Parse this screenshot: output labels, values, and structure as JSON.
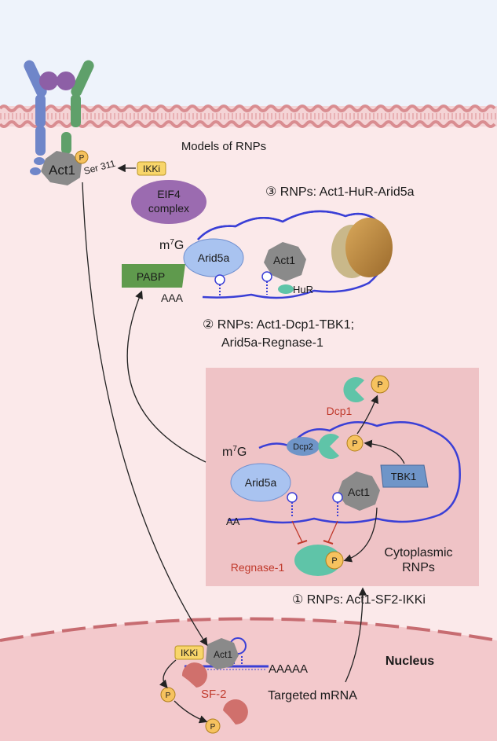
{
  "labels": {
    "models_title": "Models of RNPs",
    "rnp3": "③ RNPs: Act1-HuR-Arid5a",
    "rnp2_line1": "② RNPs: Act1-Dcp1-TBK1;",
    "rnp2_line2": "Arid5a-Regnase-1",
    "rnp1": "① RNPs: Act1-SF2-IKKi",
    "cytoplasmic_line1": "Cytoplasmic",
    "cytoplasmic_line2": "RNPs",
    "nucleus": "Nucleus",
    "targeted_mrna": "Targeted mRNA",
    "ser311": "Ser 311",
    "act1": "Act1",
    "ikki": "IKKi",
    "eif4_line1": "EIF4",
    "eif4_line2": "complex",
    "m7g_base": "m",
    "m7g_sup": "7",
    "m7g_tail": "G",
    "arid5a": "Arid5a",
    "hur": "HuR",
    "pabp": "PABP",
    "aaa": "AAA",
    "aa": "AA",
    "aaaaa": "AAAAA",
    "dcp1": "Dcp1",
    "dcp2": "Dcp2",
    "tbk1": "TBK1",
    "regnase1": "Regnase-1",
    "sf2": "SF-2",
    "p": "P"
  },
  "colors": {
    "background_top": "#eef3fb",
    "cytoplasm": "#fbe9ea",
    "inner_panel": "#efc3c6",
    "nucleus": "#f3c9cc",
    "membrane": "#d98d91",
    "mrna": "#3a3fd6",
    "act1": "#8a8a8a",
    "arid5a": "#a9c3f0",
    "eif4": "#9b6bb0",
    "pabp": "#5f9a4d",
    "tbk1": "#6f95c8",
    "phospho": "#f6c25f",
    "regnase": "#5fc4a8",
    "sf2": "#d0706c",
    "red_label": "#c0392b"
  }
}
